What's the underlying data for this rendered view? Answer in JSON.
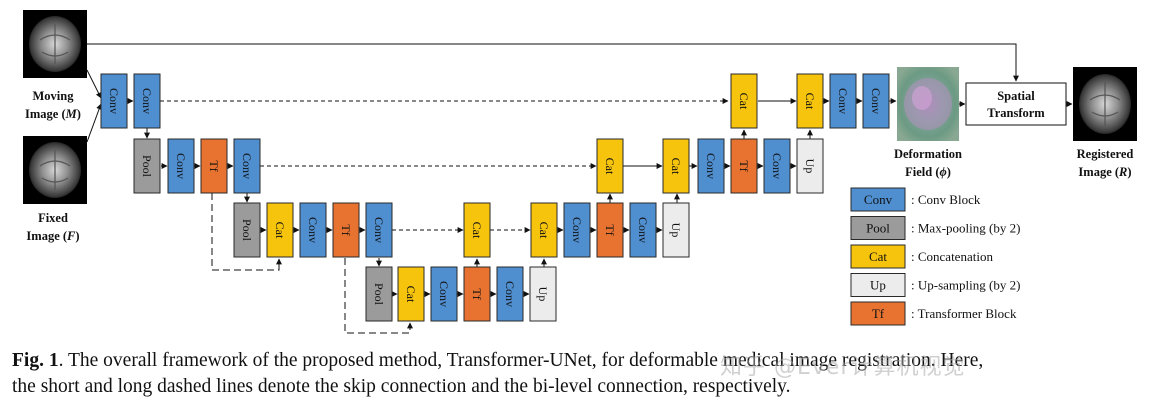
{
  "blocks": {
    "conv": "Conv",
    "pool": "Pool",
    "cat": "Cat",
    "up": "Up",
    "tf": "Tf"
  },
  "labels": {
    "moving_line1": "Moving",
    "moving_line2_prefix": "Image (",
    "moving_symbol": "M",
    "moving_line2_suffix": ")",
    "fixed_line1": "Fixed",
    "fixed_line2_prefix": "Image (",
    "fixed_symbol": "F",
    "fixed_line2_suffix": ")",
    "deformation_line1": "Deformation",
    "deformation_line2_prefix": "Field (",
    "deformation_symbol": "ϕ",
    "deformation_line2_suffix": ")",
    "registered_line1": "Registered",
    "registered_line2_prefix": "Image (",
    "registered_symbol": "R",
    "registered_line2_suffix": ")",
    "spatial_line1": "Spatial",
    "spatial_line2": "Transform"
  },
  "legend": [
    {
      "key": "Conv",
      "desc": ": Conv Block",
      "color": "#4f8fd0"
    },
    {
      "key": "Pool",
      "desc": ": Max-pooling (by 2)",
      "color": "#9b9b9b"
    },
    {
      "key": "Cat",
      "desc": ": Concatenation",
      "color": "#f6c40c"
    },
    {
      "key": "Up",
      "desc": ": Up-sampling (by 2)",
      "color": "#ececec"
    },
    {
      "key": "Tf",
      "desc": ": Transformer Block",
      "color": "#e87330"
    }
  ],
  "caption": {
    "fig": "Fig. 1",
    "line1": ". The overall framework of the proposed method, Transformer-UNet, for deformable medical image registration. Here,",
    "line2": "the short and long dashed lines denote the skip connection and the bi-level connection, respectively."
  },
  "watermark": "知乎 @Ever计算机视觉"
}
